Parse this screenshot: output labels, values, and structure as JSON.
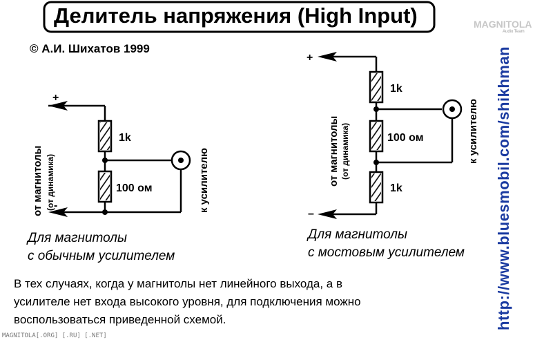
{
  "title": "Делитель напряжения (High Input)",
  "copyright": "© А.И. Шихатов 1999",
  "logo": {
    "main": "MAGNITOLA",
    "sub": "Audio Team"
  },
  "left_diagram": {
    "resistor_top": "1k",
    "resistor_bottom": "100 ом",
    "source_label": "от магнитолы",
    "source_sublabel": "(от динамика)",
    "plus": "+",
    "minus": "-",
    "output_label": "к усилителю",
    "caption_line1": "Для магнитолы",
    "caption_line2": "с обычным усилителем"
  },
  "right_diagram": {
    "resistor_top": "1k",
    "resistor_middle": "100 ом",
    "resistor_bottom": "1k",
    "source_label": "от магнитолы",
    "source_sublabel": "(от динамика)",
    "plus": "+",
    "minus": "–",
    "output_label": "к усилителю",
    "caption_line1": "Для магнитолы",
    "caption_line2": "с мостовым усилителем"
  },
  "description": [
    "В тех случаях, когда  у магнитолы нет  линейного выхода,  а  в",
    "усилителе нет входа высокого уровня, для подключения можно",
    "воспользоваться приведенной схемой."
  ],
  "side_url": "http://www.bluesmobil.com/shikhman",
  "footer_watermark": "MAGNITOLA[.ORG] [.RU] [.NET]"
}
